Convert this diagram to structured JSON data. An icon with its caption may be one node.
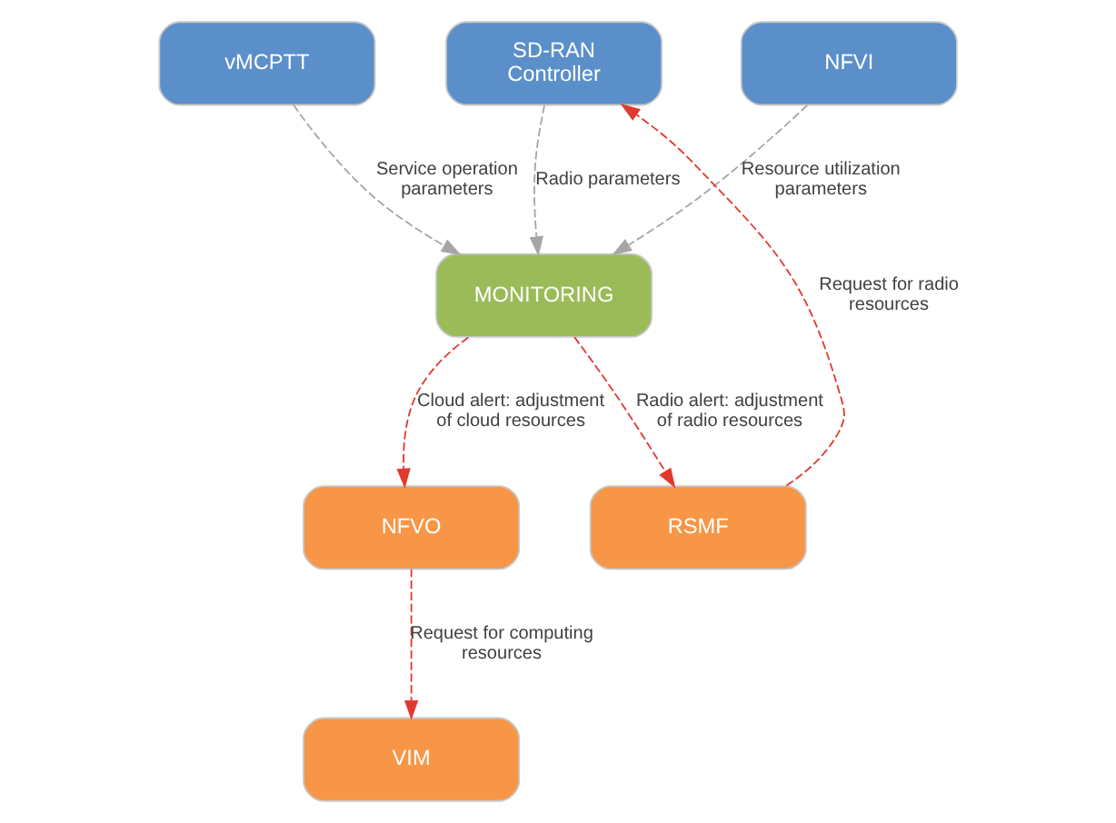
{
  "diagram": {
    "nodes": [
      {
        "text": [
          "vMCPTT"
        ]
      },
      {
        "text": [
          "NFVI"
        ]
      },
      {
        "text": [
          "SD-RAN Controller"
        ]
      },
      {
        "text": [
          "MONITORING"
        ]
      },
      {
        "text": [
          "NFVO"
        ]
      },
      {
        "text": [
          "RSMF"
        ]
      },
      {
        "text": [
          "VIM"
        ]
      }
    ],
    "edges": [
      {
        "from": 0,
        "to": 3,
        "arrow": "to",
        "label": "Service operation parameters",
        "style": "dashed",
        "color": "#a6a6a6"
      },
      {
        "from": 1,
        "to": 3,
        "arrow": "to",
        "label": "Resource utilization parameters",
        "style": "dashed",
        "color": "#a6a6a6"
      },
      {
        "from": 2,
        "to": 3,
        "arrow": "to",
        "label": "Radio parameters",
        "style": "dashed",
        "color": "#a6a6a6"
      },
      {
        "from": 3,
        "to": 4,
        "arrow": "to",
        "label": "Cloud alert: adjustment of cloud resources",
        "style": "dashed"
      },
      {
        "from": 3,
        "to": 5,
        "arrow": "to",
        "label": "Radio alert: adjustment of radio resources",
        "style": "dashed"
      },
      {
        "from": 5,
        "to": 2,
        "arrow": "to",
        "label": "Request for radio resources",
        "style": "dashed"
      },
      {
        "from": 4,
        "to": 6,
        "arrow": "to",
        "label": "Request for computing resources",
        "style": "dashed"
      }
    ]
  }
}
